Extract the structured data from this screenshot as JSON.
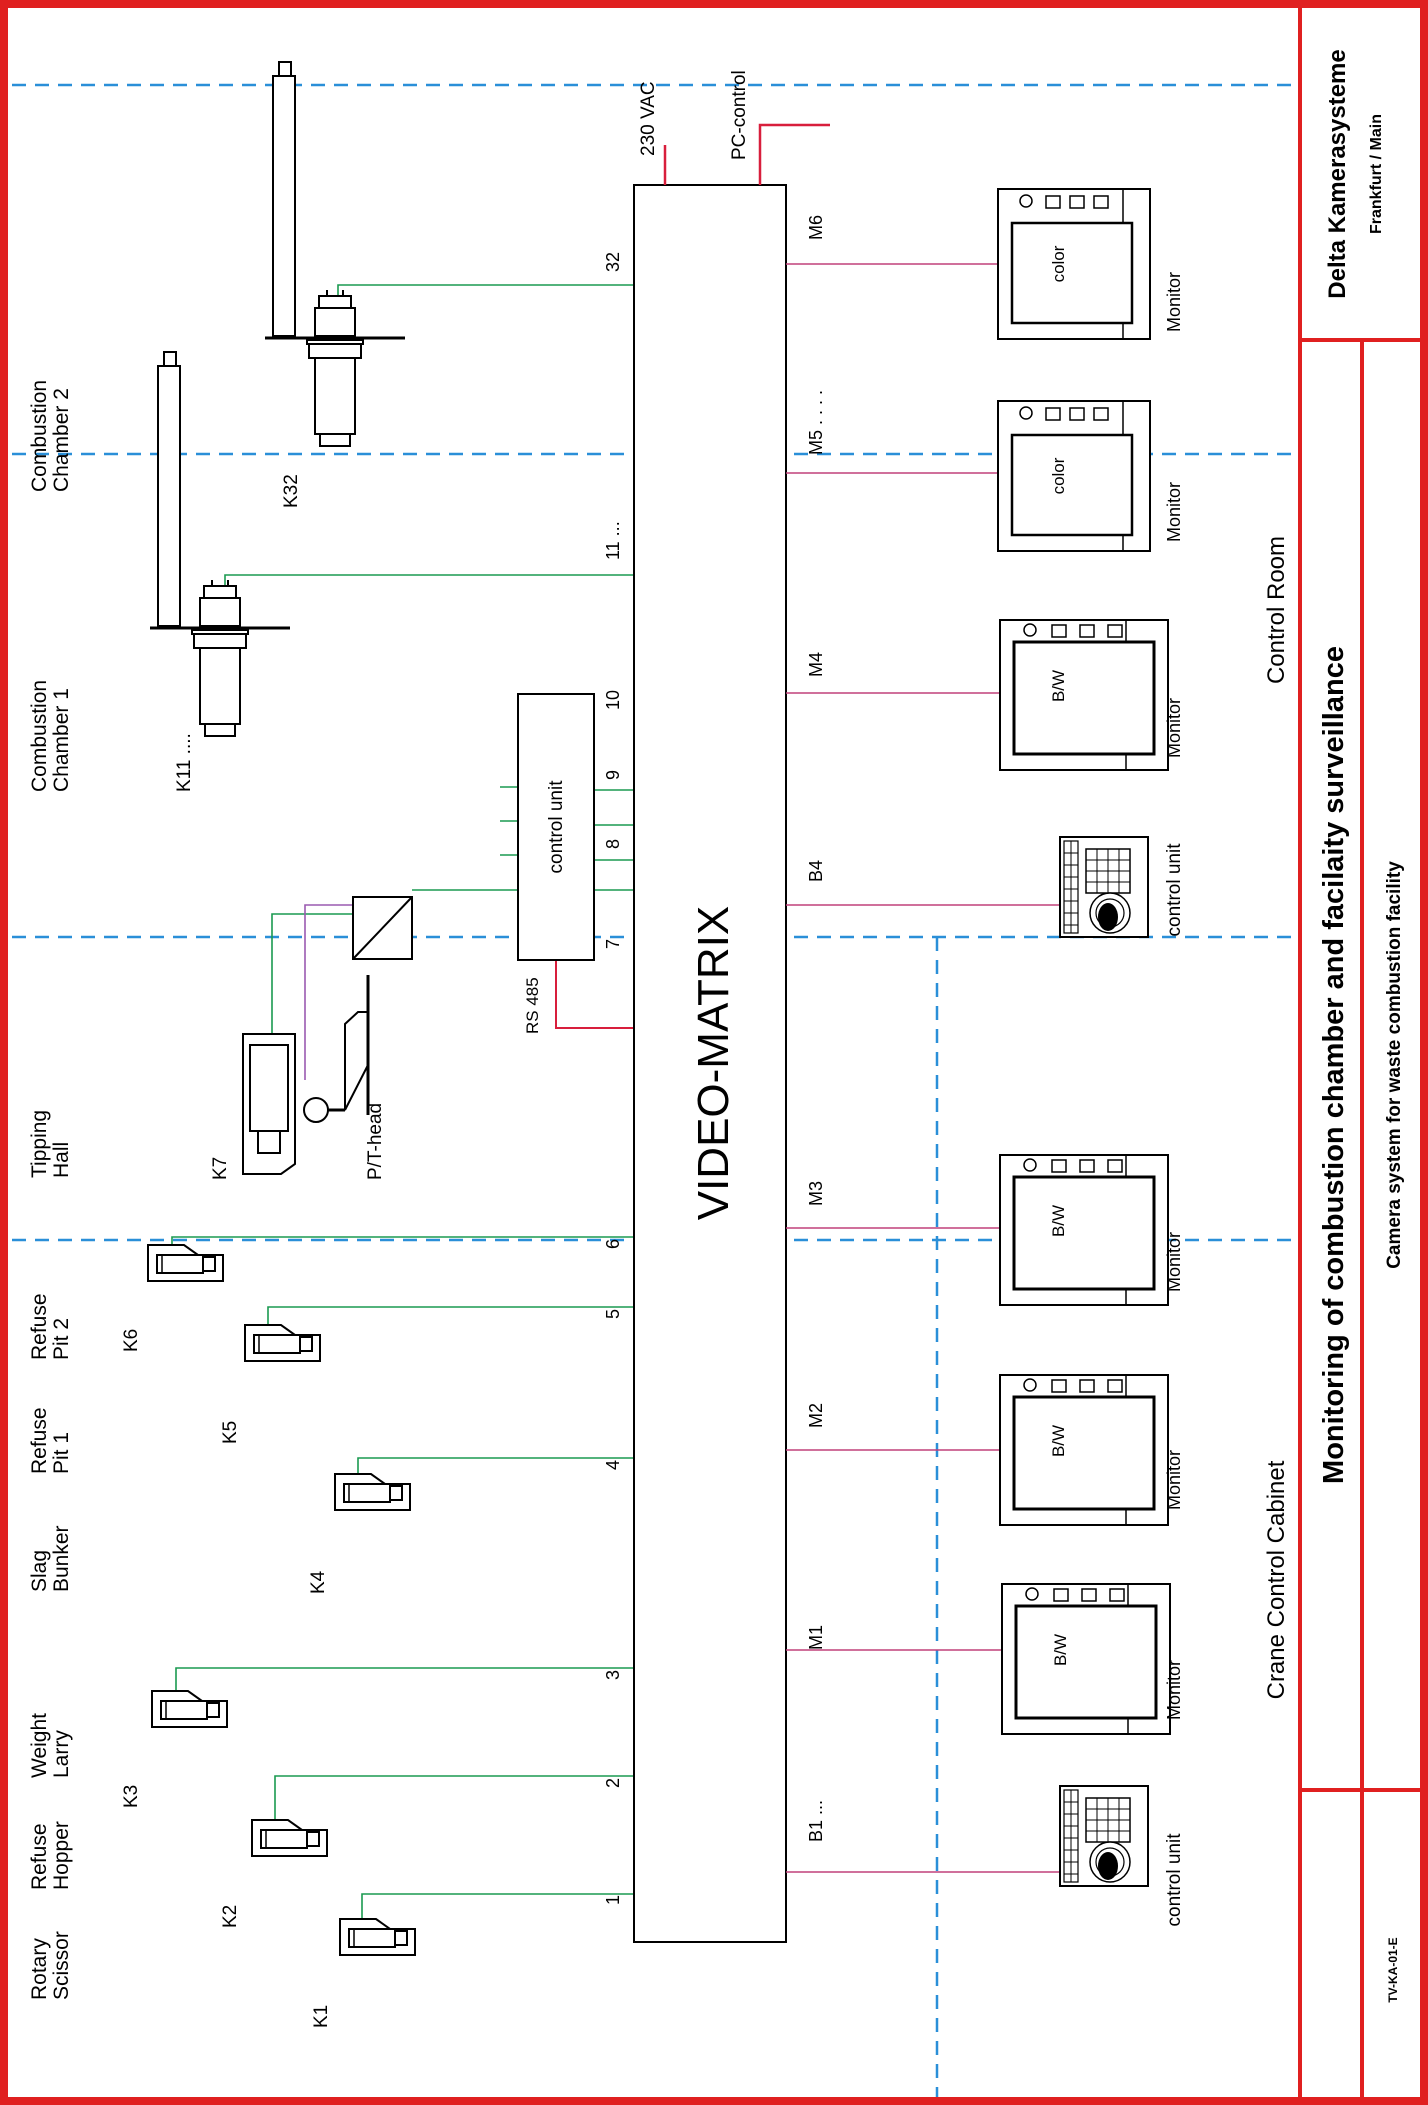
{
  "colors": {
    "frame": "#e02020",
    "dashed": "#2a8fd8",
    "camera_line": "#1a9a50",
    "monitor_line": "#c0407a",
    "rs_line": "#d81e3c",
    "ink": "#000000"
  },
  "areas": {
    "rotary_scissor": [
      "Rotary",
      "Scissor"
    ],
    "refuse_hopper": [
      "Refuse",
      "Hopper"
    ],
    "weight_larry": [
      "Weight",
      "Larry"
    ],
    "slag_bunker": [
      "Slag",
      "Bunker"
    ],
    "refuse_pit_1": [
      "Refuse",
      "Pit 1"
    ],
    "refuse_pit_2": [
      "Refuse",
      "Pit 2"
    ],
    "tipping_hall": [
      "Tipping",
      "Hall"
    ],
    "combustion_chamber_1": [
      "Combustion",
      "Chamber 1"
    ],
    "combustion_chamber_2": [
      "Combustion",
      "Chamber 2"
    ]
  },
  "cameras": {
    "k1": "K1",
    "k2": "K2",
    "k3": "K3",
    "k4": "K4",
    "k5": "K5",
    "k6": "K6",
    "k7": "K7",
    "k11": "K11 ....",
    "k32": "K32"
  },
  "ptz_label": "P/T-head",
  "rs485_label": "RS 485",
  "control_unit_label": "control unit",
  "matrix": {
    "title": "VIDEO-MATRIX",
    "power_label": "230 VAC",
    "pc_label": "PC-control",
    "inputs": {
      "in1": "1",
      "in2": "2",
      "in3": "3",
      "in4": "4",
      "in5": "5",
      "in6": "6",
      "in7": "7",
      "in8": "8",
      "in9": "9",
      "in10": "10",
      "in11": "11 ...",
      "in32": "32"
    },
    "outputs": {
      "b1": "B1 ...",
      "m1": "M1",
      "m2": "M2",
      "m3": "M3",
      "b4": "B4",
      "m4": "M4",
      "m5": "M5 . . . .",
      "m6": "M6"
    }
  },
  "monitor_label": "Monitor",
  "monitor_types": {
    "bw": "B/W",
    "color": "color"
  },
  "rooms": {
    "crane": "Crane Control Cabinet",
    "control": "Control Room"
  },
  "title_block": {
    "company": "Delta Kamerasysteme",
    "city": "Frankfurt / Main",
    "title": "Monitoring of combustion chamber and facilaity surveillance",
    "subtitle": "Camera system for waste combustion facility",
    "doc_no": "TV-KA-01-E"
  }
}
